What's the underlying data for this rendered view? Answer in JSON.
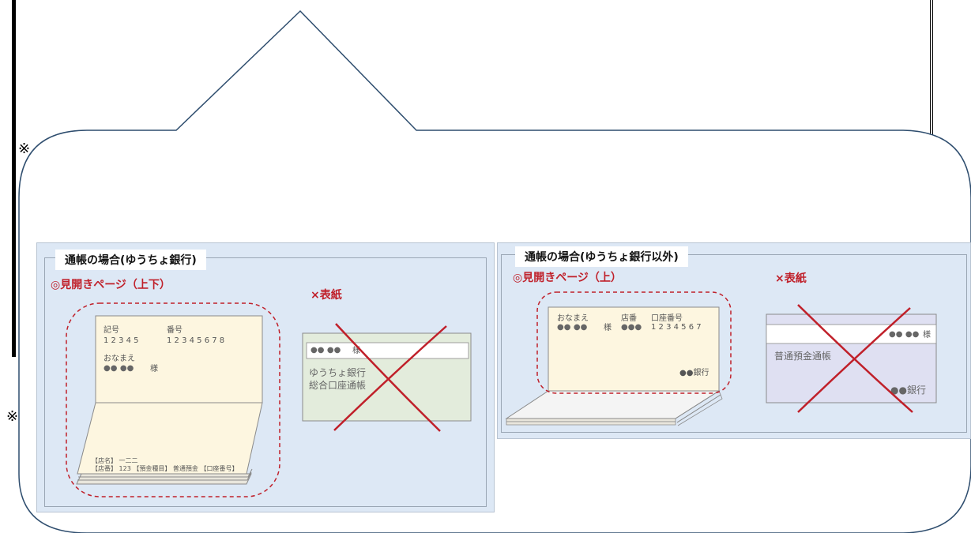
{
  "notes": {
    "top": "※",
    "bottom": "※"
  },
  "left_panel": {
    "title": "通帳の場合(ゆうちょ銀行)",
    "open_label": "◎見開きページ（上下）",
    "cover_label": "×表紙",
    "upper_page": {
      "symbol_label": "記号",
      "symbol_value": "1 2 3 4 5",
      "number_label": "番号",
      "number_value": "1 2 3 4 5 6 7 8",
      "name_label": "おなまえ",
      "name_value": "●●  ●●",
      "honorific": "様"
    },
    "lower_page": {
      "line1": "【店名】 一二二",
      "line2": "【店番】 123 【預金種目】 普通預金 【口座番号】"
    },
    "cover": {
      "name": "●●  ●●",
      "honorific": "様",
      "line1": "ゆうちょ銀行",
      "line2": "総合口座通帳"
    }
  },
  "right_panel": {
    "title": "通帳の場合(ゆうちょ銀行以外)",
    "open_label": "◎見開きページ（上）",
    "cover_label": "×表紙",
    "page": {
      "name_label": "おなまえ",
      "name_value": "●●  ●●",
      "honorific": "様",
      "branch_label": "店番",
      "branch_value": "●●●",
      "account_label": "口座番号",
      "account_value": "1 2 3 4 5 6 7",
      "bank": "●●銀行"
    },
    "cover": {
      "name": "●●  ●●",
      "honorific": "様",
      "line1": "普通預金通帳",
      "bank": "●●銀行"
    }
  },
  "colors": {
    "panel_bg": "#dde8f5",
    "page_bg": "#fdf6e0",
    "cover_left_bg": "#e3ecdc",
    "cover_right_bg": "#dfe0f2",
    "accent_red": "#c0202a",
    "callout_stroke": "#2e4d6e"
  }
}
